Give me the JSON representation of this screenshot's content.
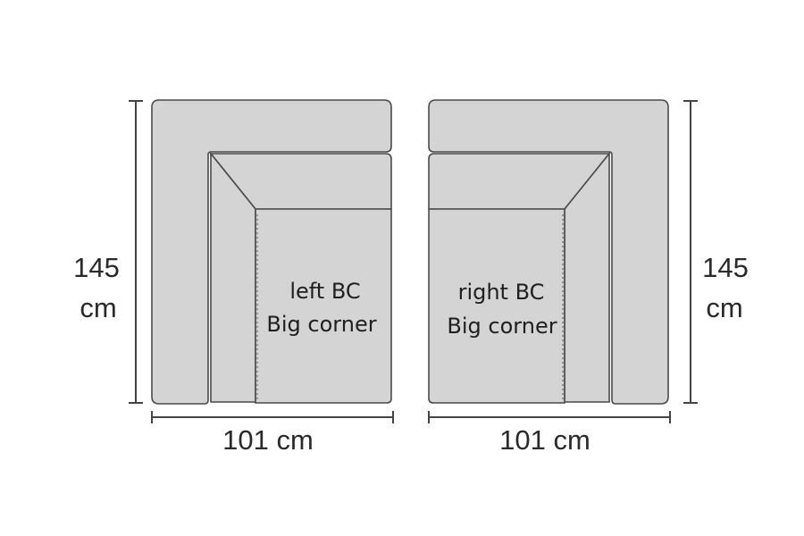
{
  "left_module": {
    "label_line1": "left BC",
    "label_line2": "Big corner",
    "height_value": "145",
    "height_unit": "cm",
    "width_label": "101 cm"
  },
  "right_module": {
    "label_line1": "right  BC",
    "label_line2": "Big corner",
    "height_value": "145",
    "height_unit": "cm",
    "width_label": "101 cm"
  },
  "colors": {
    "fill": "#d4d4d4",
    "outline": "#4a4a4a",
    "dimension": "#444444"
  }
}
